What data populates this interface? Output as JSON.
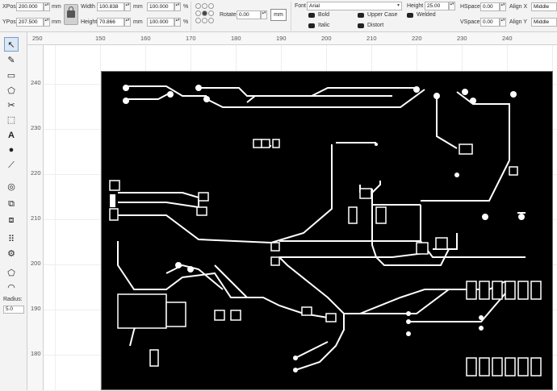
{
  "position": {
    "xpos_label": "XPos",
    "xpos_value": "200.000",
    "ypos_label": "YPos",
    "ypos_value": "207.500",
    "unit": "mm"
  },
  "size": {
    "width_label": "Width",
    "width_value": "100.838",
    "height_label": "Height",
    "height_value": "70.866",
    "unit": "mm",
    "scale_w": "100.000",
    "scale_h": "100.000",
    "percent": "%"
  },
  "rotate": {
    "label": "Rotate",
    "value": "0.00",
    "units_button": "mm"
  },
  "font": {
    "label": "Font",
    "value": "Arial",
    "height_label": "Height",
    "height_value": "25.00",
    "bold": "Bold",
    "italic": "Italic",
    "upper_case": "Upper Case",
    "distort": "Distort",
    "welded": "Welded"
  },
  "spacing": {
    "hspace_label": "HSpace",
    "hspace_value": "0.00",
    "vspace_label": "VSpace",
    "vspace_value": "0.00",
    "alignx_label": "Align X",
    "alignx_value": "Middle",
    "aligny_label": "Align Y",
    "aligny_value": "Middle"
  },
  "ruler": {
    "top_ticks": [
      "250",
      "150",
      "160",
      "170",
      "180",
      "190",
      "200",
      "210",
      "220",
      "230",
      "240"
    ],
    "left_ticks": [
      "240",
      "230",
      "220",
      "210",
      "200",
      "190",
      "180"
    ]
  },
  "tools": {
    "radius_label": "Radius:",
    "radius_value": "5.0"
  },
  "icons": [
    "pointer-icon",
    "pen-icon",
    "rectangle-icon",
    "polygon-icon",
    "scissors-icon",
    "frame-icon",
    "text-icon",
    "pin-icon",
    "measure-icon",
    "offset-icon",
    "weld-icon",
    "boolean-icon",
    "array-icon",
    "circle-array-icon",
    "corner-icon",
    "round-corner-icon"
  ]
}
